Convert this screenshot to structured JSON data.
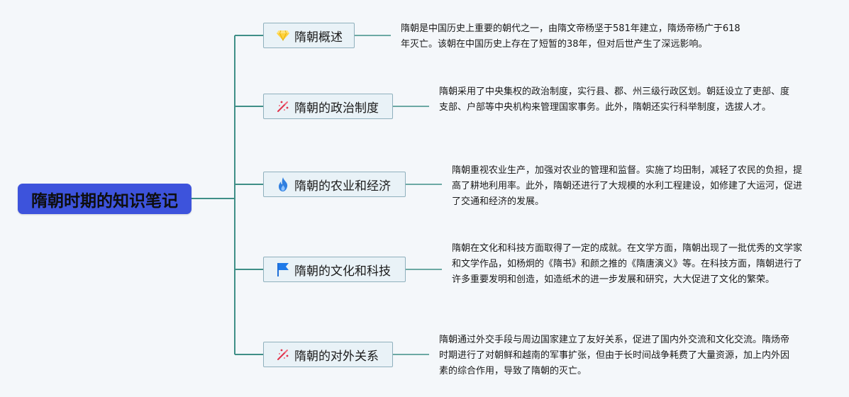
{
  "root": {
    "title": "隋朝时期的知识笔记"
  },
  "topics": [
    {
      "title": "隋朝概述",
      "icon": "diamond-icon",
      "description": "隋朝是中国历史上重要的朝代之一，由隋文帝杨坚于581年建立，隋炀帝杨广于618年灭亡。该朝在中国历史上存在了短暂的38年，但对后世产生了深远影响。"
    },
    {
      "title": "隋朝的政治制度",
      "icon": "sparkle-icon",
      "description": "隋朝采用了中央集权的政治制度，实行县、郡、州三级行政区划。朝廷设立了吏部、度支部、户部等中央机构来管理国家事务。此外，隋朝还实行科举制度，选拔人才。"
    },
    {
      "title": "隋朝的农业和经济",
      "icon": "flame-icon",
      "description": "隋朝重视农业生产，加强对农业的管理和监督。实施了均田制，减轻了农民的负担，提高了耕地利用率。此外，隋朝还进行了大规模的水利工程建设，如修建了大运河，促进了交通和经济的发展。"
    },
    {
      "title": "隋朝的文化和科技",
      "icon": "flag-icon",
      "description": "隋朝在文化和科技方面取得了一定的成就。在文学方面，隋朝出现了一批优秀的文学家和文学作品，如杨炯的《隋书》和颜之推的《隋唐演义》等。在科技方面，隋朝进行了许多重要发明和创造，如造纸术的进一步发展和研究，大大促进了文化的繁荣。"
    },
    {
      "title": "隋朝的对外关系",
      "icon": "sparkle-icon",
      "description": "隋朝通过外交手段与周边国家建立了友好关系，促进了国内外交流和文化交流。隋炀帝时期进行了对朝鲜和越南的军事扩张，但由于长时间战争耗费了大量资源，加上内外因素的综合作用，导致了隋朝的灭亡。"
    }
  ],
  "colors": {
    "root_bg": "#3d53dc",
    "line": "#3f8f87",
    "topic_bg": "#e9f2f7",
    "topic_border": "#8fb0bd"
  }
}
